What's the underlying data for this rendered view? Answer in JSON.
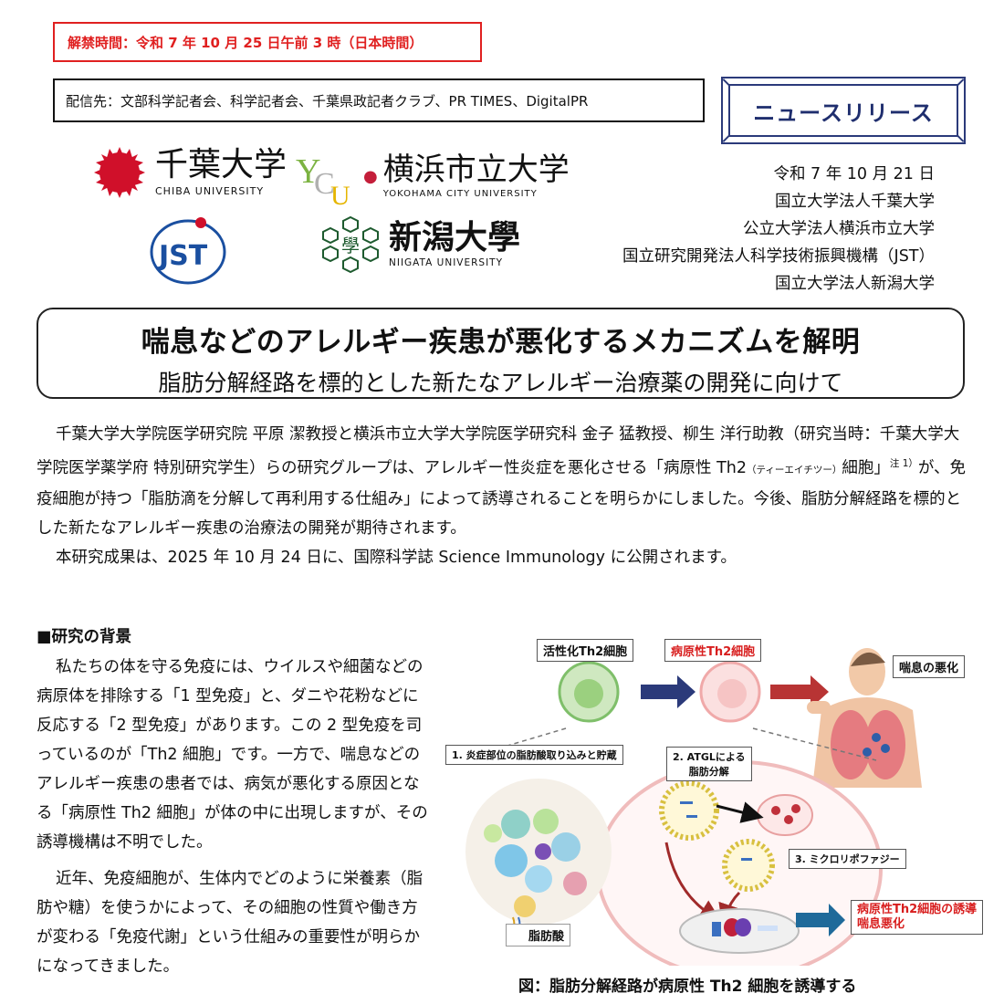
{
  "embargo": "解禁時間：令和 7 年 10 月 25 日午前 3 時（日本時間）",
  "distribution": "配信先：文部科学記者会、科学記者会、千葉県政記者クラブ、PR TIMES、DigitalPR",
  "news_label": "ニュースリリース",
  "logos": {
    "chiba": {
      "main": "千葉大学",
      "sub": "CHIBA UNIVERSITY"
    },
    "yokohama": {
      "main": "横浜市立大学",
      "sub": "YOKOHAMA CITY UNIVERSITY",
      "mark": "YCU"
    },
    "jst": {
      "text": "JST"
    },
    "niigata": {
      "main": "新潟大學",
      "sub": "NIIGATA UNIVERSITY",
      "mark": "學"
    }
  },
  "date_block": {
    "date": "令和 7 年 10 月 21 日",
    "orgs": [
      "国立大学法人千葉大学",
      "公立大学法人横浜市立大学",
      "国立研究開発法人科学技術振興機構（JST）",
      "国立大学法人新潟大学"
    ]
  },
  "title": {
    "main": "喘息などのアレルギー疾患が悪化するメカニズムを解明",
    "sub": "脂肪分解経路を標的とした新たなアレルギー治療薬の開発に向けて"
  },
  "lead": {
    "p1_a": "千葉大学大学院医学研究院 平原 潔教授と横浜市立大学大学院医学研究科 金子 猛教授、柳生 洋行助教（研究当時：千葉大学大学院医学薬学府 特別研究学生）らの研究グループは、アレルギー性炎症を悪化させる「病原性 Th2",
    "p1_ruby": "（ティーエイチツー）",
    "p1_b": "細胞」",
    "p1_note": "注 1）",
    "p1_c": "が、免疫細胞が持つ「脂肪滴を分解して再利用する仕組み」によって誘導されることを明らかにしました。今後、脂肪分解経路を標的とした新たなアレルギー疾患の治療法の開発が期待されます。",
    "p2": "本研究成果は、2025 年 10 月 24 日に、国際科学誌 Science Immunology に公開されます。"
  },
  "background": {
    "heading": "■研究の背景",
    "p1": "私たちの体を守る免疫には、ウイルスや細菌などの病原体を排除する「1 型免疫」と、ダニや花粉などに反応する「2 型免疫」があります。この 2 型免疫を司っているのが「Th2 細胞」です。一方で、喘息などのアレルギー疾患の患者では、病気が悪化する原因となる「病原性 Th2 細胞」が体の中に出現しますが、その誘導機構は不明でした。",
    "p2": "近年、免疫細胞が、生体内でどのように栄養素（脂肪や糖）を使うかによって、その細胞の性質や働き方が変わる「免疫代謝」という仕組みの重要性が明らかになってきました。"
  },
  "figure": {
    "label_activated": "活性化Th2細胞",
    "label_pathogenic": "病原性Th2細胞",
    "label_asthma": "喘息の悪化",
    "step1": "1. 炎症部位の脂肪酸取り込みと貯蔵",
    "step2": "2. ATGLによる\n脂肪分解",
    "step3": "3. ミクロリポファジー",
    "fatty_acid": "脂肪酸",
    "outcome": "病原性Th2細胞の誘導\n喘息悪化",
    "caption": "図：脂肪分解経路が病原性 Th2 細胞を誘導する",
    "colors": {
      "red": "#d81e1e",
      "navy": "#2b3a7a",
      "arrow_red": "#b83434"
    }
  }
}
